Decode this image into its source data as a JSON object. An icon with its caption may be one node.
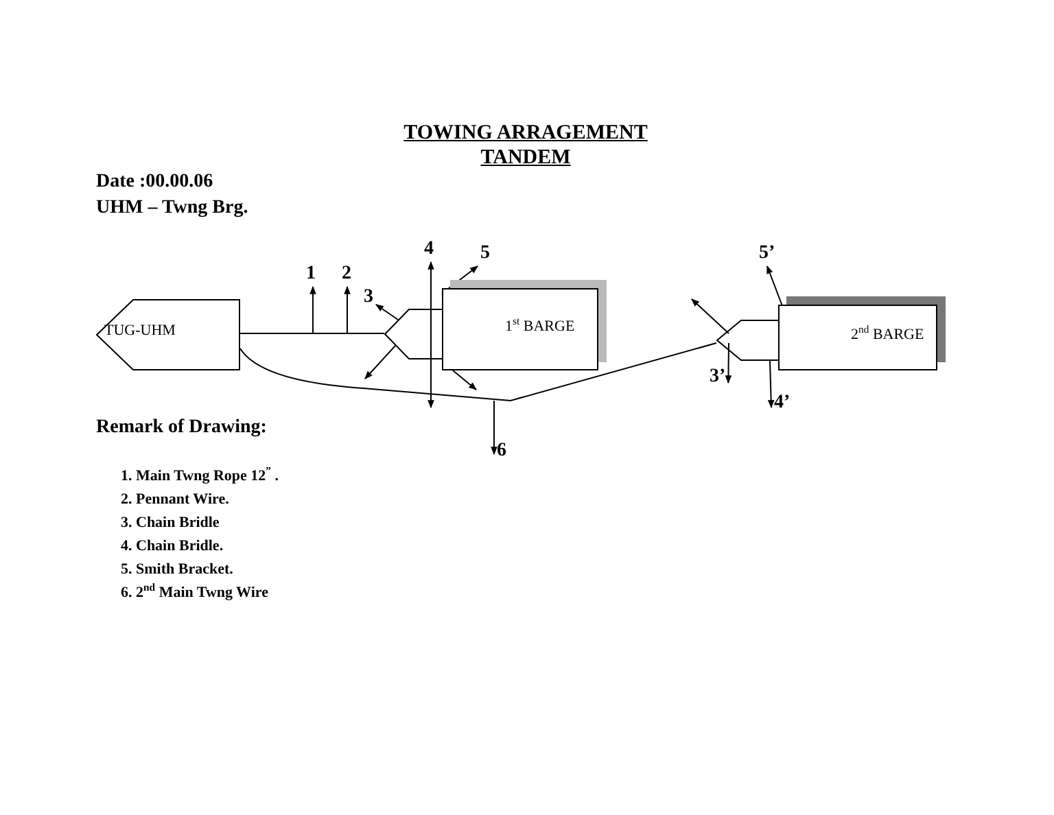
{
  "diagram": {
    "title": "TOWING ARRAGEMENT TANDEM",
    "nodes": [
      {
        "text": [
          "TUG-UHM"
        ]
      },
      {
        "text": [
          "1$^{st}$ BARGE"
        ]
      },
      {
        "text": [
          "2$^{nd}$ BARGE"
        ]
      },
      {
        "text": [],
        "shape": "fork"
      },
      {
        "text": [],
        "shape": "fork"
      },
      {
        "text": [
          "1"
        ]
      },
      {
        "text": [
          "2"
        ]
      },
      {
        "text": [
          "3"
        ]
      },
      {
        "text": [
          "4"
        ]
      },
      {
        "text": [
          "5"
        ]
      },
      {
        "text": [
          "5’"
        ]
      },
      {
        "text": [
          "3’"
        ]
      },
      {
        "text": [
          "4’"
        ]
      },
      {
        "text": [
          "6"
        ]
      }
    ],
    "edges": [
      {
        "from": 0,
        "to": 3,
        "arrow": "none"
      },
      {
        "from": 0,
        "to": 4,
        "arrow": "none"
      },
      {
        "from": null,
        "to": 5,
        "arrow": "to"
      },
      {
        "from": null,
        "to": 6,
        "arrow": "to"
      },
      {
        "from": 3,
        "to": 7,
        "arrow": "to"
      },
      {
        "from": null,
        "to": 8,
        "arrow": "both"
      },
      {
        "from": 1,
        "to": 9,
        "arrow": "to"
      },
      {
        "from": 3,
        "to": null,
        "arrow": "to"
      },
      {
        "from": 1,
        "to": null,
        "arrow": "to"
      },
      {
        "from": null,
        "to": 13,
        "arrow": "to"
      },
      {
        "from": 4,
        "to": null,
        "arrow": "to"
      },
      {
        "from": 4,
        "to": 11,
        "arrow": "to"
      },
      {
        "from": 4,
        "to": 12,
        "arrow": "to"
      },
      {
        "from": 2,
        "to": 10,
        "arrow": "to"
      }
    ],
    "labels": [
      "Date :00.00.06",
      "UHM – Twng Brg.",
      "Remark of Drawing:",
      "1. Main Twng Rope 12$^{”}$ .",
      "2. Pennant Wire.",
      "3. Chain Bridle",
      "4. Chain Bridle.",
      "5. Smith Bracket.",
      "6. 2$^{nd}$ Main Twng Wire"
    ]
  }
}
